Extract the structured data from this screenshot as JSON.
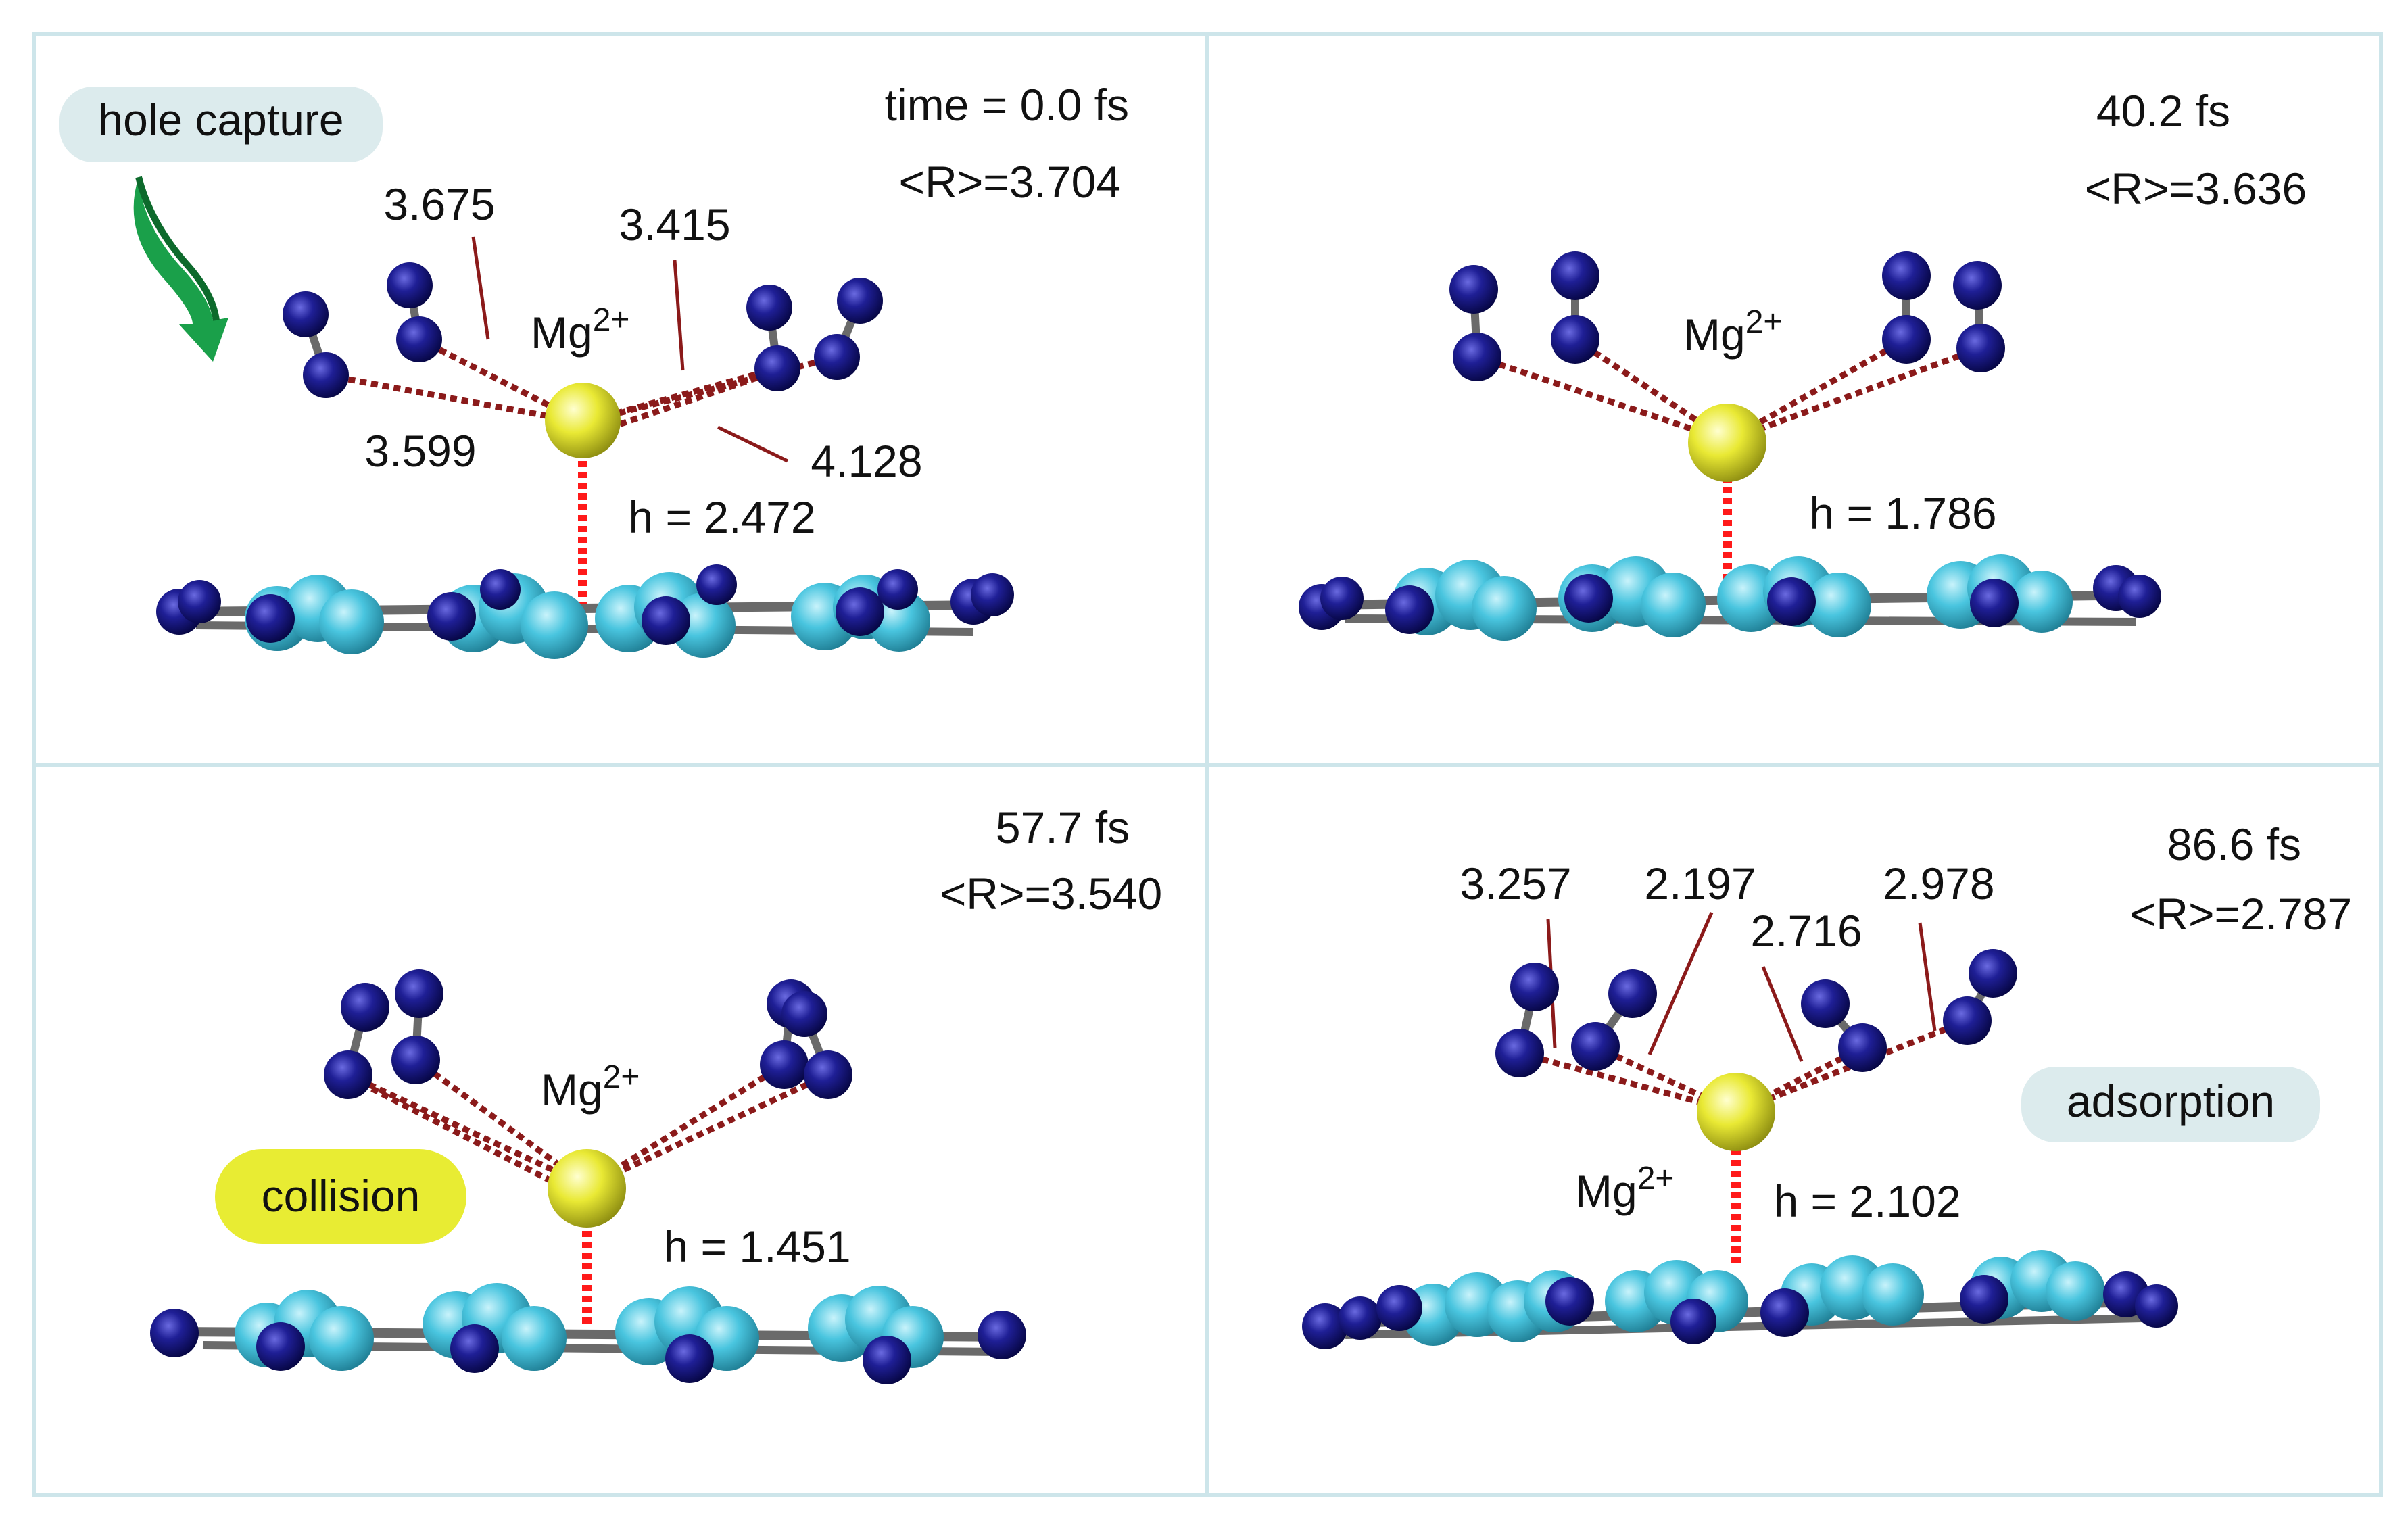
{
  "colors": {
    "frame": "#cde5ea",
    "ion": "#e9e934",
    "nitrogen": "#1f1f96",
    "carbon": "#49c5df",
    "bond": "#6a6a6a",
    "distance_line": "#8b1a1a",
    "height_line": "#ff1a1a",
    "badge_bg": "#dcebed",
    "collision_bg": "#e8ec33",
    "arrow": "#1aa04a"
  },
  "panels": [
    {
      "time": "time = 0.0 fs",
      "mean_r": "<R>=3.704",
      "ion_base": "Mg",
      "ion_charge": "2+",
      "height": "h = 2.472",
      "badge": "hole capture",
      "badge_icon": "green-curved-arrow-icon",
      "distances": [
        "3.675",
        "3.415",
        "3.599",
        "4.128"
      ]
    },
    {
      "time": "40.2 fs",
      "mean_r": "<R>=3.636",
      "ion_base": "Mg",
      "ion_charge": "2+",
      "height": "h = 1.786"
    },
    {
      "time": "57.7 fs",
      "mean_r": "<R>=3.540",
      "ion_base": "Mg",
      "ion_charge": "2+",
      "height": "h = 1.451",
      "badge": "collision"
    },
    {
      "time": "86.6 fs",
      "mean_r": "<R>=2.787",
      "ion_base": "Mg",
      "ion_charge": "2+",
      "height": "h = 2.102",
      "badge": "adsorption",
      "distances": [
        "3.257",
        "2.197",
        "2.716",
        "2.978"
      ]
    }
  ]
}
